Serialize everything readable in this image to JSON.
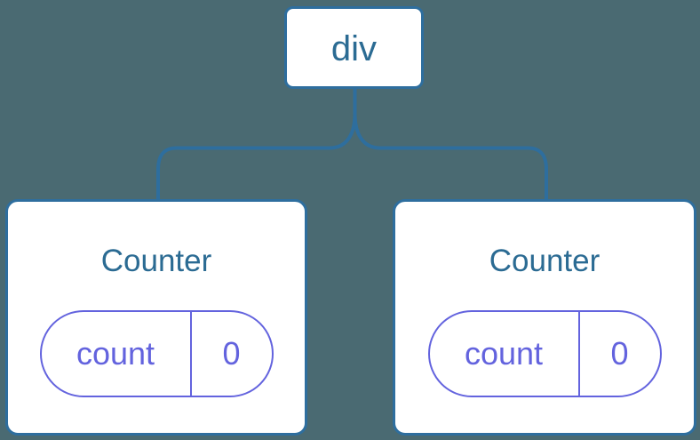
{
  "colors": {
    "bg": "#4a6a72",
    "blue": "#2e6e9e",
    "text_blue": "#2b6b93",
    "purple": "#6363de",
    "card_bg": "#ffffff"
  },
  "diagram": {
    "root": {
      "label": "div"
    },
    "children": [
      {
        "title": "Counter",
        "state_key": "count",
        "state_value": "0"
      },
      {
        "title": "Counter",
        "state_key": "count",
        "state_value": "0"
      }
    ]
  }
}
